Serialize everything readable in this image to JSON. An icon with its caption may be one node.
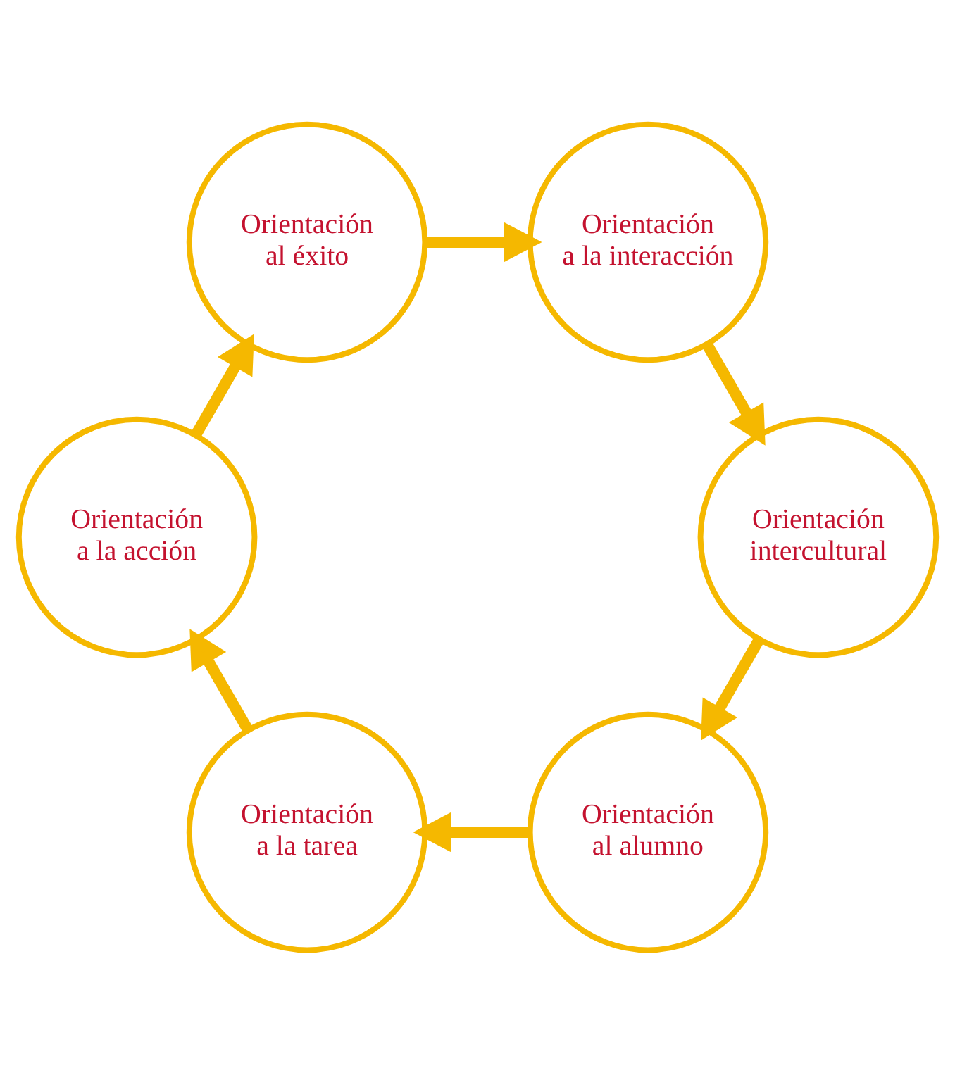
{
  "diagram": {
    "nodes": [
      {
        "text": [
          "Orientación al alumno"
        ]
      },
      {
        "text": [
          "Orientación a la tarea"
        ]
      },
      {
        "text": [
          "Orientación a la acción"
        ]
      },
      {
        "text": [
          "Orientación al éxito"
        ]
      },
      {
        "text": [
          "Orientación a la interacción"
        ]
      },
      {
        "text": [
          "Orientación intercultural"
        ]
      }
    ],
    "edges": [
      {
        "from": 0,
        "to": 1,
        "arrow": "to"
      },
      {
        "from": 1,
        "to": 2,
        "arrow": "to"
      },
      {
        "from": 2,
        "to": 3,
        "arrow": "to"
      },
      {
        "from": 3,
        "to": 4,
        "arrow": "to"
      },
      {
        "from": 4,
        "to": 5,
        "arrow": "to"
      },
      {
        "from": 5,
        "to": 0,
        "arrow": "to"
      }
    ]
  }
}
